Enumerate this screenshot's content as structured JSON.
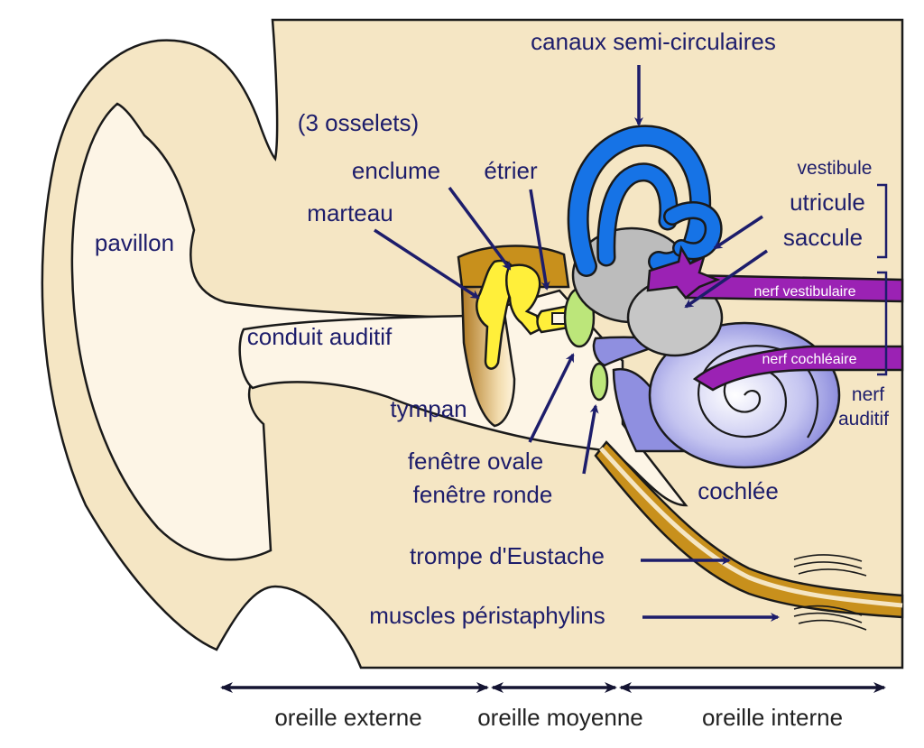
{
  "labels": {
    "semicircular_canals": "canaux semi-circulaires",
    "ossicles": "(3 osselets)",
    "incus": "enclume",
    "stapes": "étrier",
    "malleus": "marteau",
    "pinna": "pavillon",
    "ear_canal": "conduit auditif",
    "eardrum": "tympan",
    "oval_window": "fenêtre ovale",
    "round_window": "fenêtre ronde",
    "vestibule": "vestibule",
    "utricle": "utricule",
    "saccule": "saccule",
    "vestibular_nerve": "nerf vestibulaire",
    "cochlear_nerve": "nerf cochléaire",
    "auditory_nerve_line1": "nerf",
    "auditory_nerve_line2": "auditif",
    "cochlea": "cochlée",
    "eustachian_tube": "trompe d'Eustache",
    "peristaphyline_muscles": "muscles péristaphylins"
  },
  "zones": {
    "outer_ear": "oreille externe",
    "middle_ear": "oreille moyenne",
    "inner_ear": "oreille interne"
  },
  "colors": {
    "skin": "#f5e6c4",
    "canal": "#fdf5e6",
    "bone_gold": "#c8901c",
    "ossicle_yellow": "#ffef3a",
    "window_green": "#bce67a",
    "semicircular_blue": "#1673e6",
    "vestibule_gray": "#bcbcbc",
    "cochlea_lavender": "#8f8fe0",
    "nerve_purple": "#9b22b4",
    "label_navy": "#1d1d6b"
  }
}
